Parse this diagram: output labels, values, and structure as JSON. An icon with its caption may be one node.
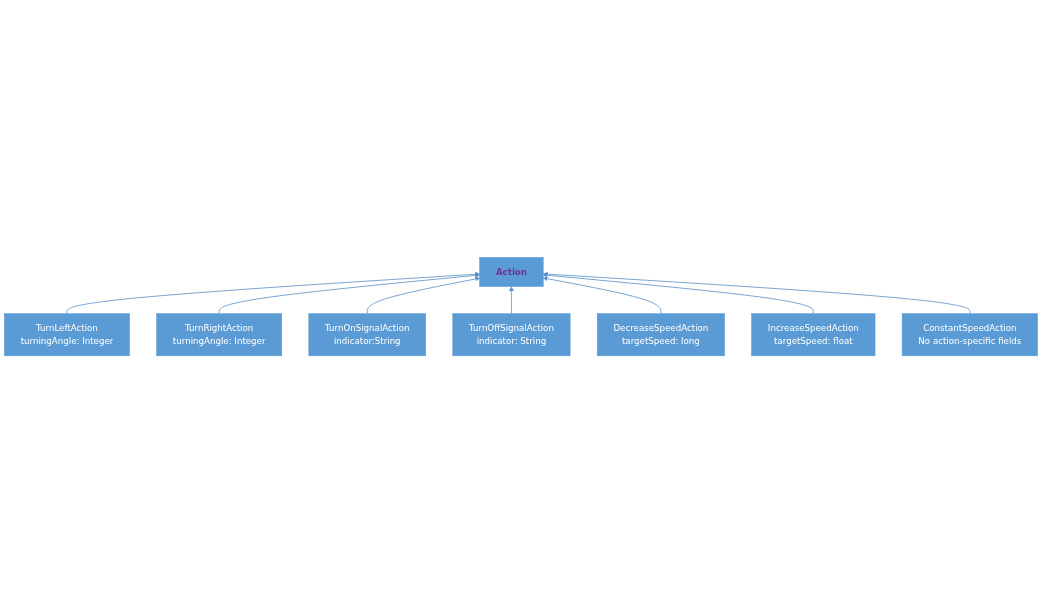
{
  "diagram": {
    "nodes": [
      {
        "text": [
          "TurnLeftAction",
          "turningAngle: Integer"
        ]
      },
      {
        "text": [
          "Action"
        ]
      },
      {
        "text": [
          "TurnOnSignalAction",
          "indicator:String"
        ]
      },
      {
        "text": [
          "TurnRightAction",
          "turningAngle: Integer"
        ]
      },
      {
        "text": [
          "TurnOffSignalAction",
          "indicator: String"
        ]
      },
      {
        "text": [
          "DecreaseSpeedAction",
          "targetSpeed: long"
        ]
      },
      {
        "text": [
          "IncreaseSpeedAction",
          "targetSpeed: float"
        ]
      },
      {
        "text": [
          "ConstantSpeedAction",
          "No action-specific fields"
        ]
      }
    ],
    "edges": [
      {
        "from": 0,
        "to": 1,
        "arrow": "to"
      },
      {
        "from": 3,
        "to": 1,
        "arrow": "to"
      },
      {
        "from": 2,
        "to": 1,
        "arrow": "to"
      },
      {
        "from": 4,
        "to": 1,
        "arrow": "to"
      },
      {
        "from": 5,
        "to": 1,
        "arrow": "to"
      },
      {
        "from": 6,
        "to": 1,
        "arrow": "to"
      },
      {
        "from": 7,
        "to": 1,
        "arrow": "to"
      }
    ]
  }
}
